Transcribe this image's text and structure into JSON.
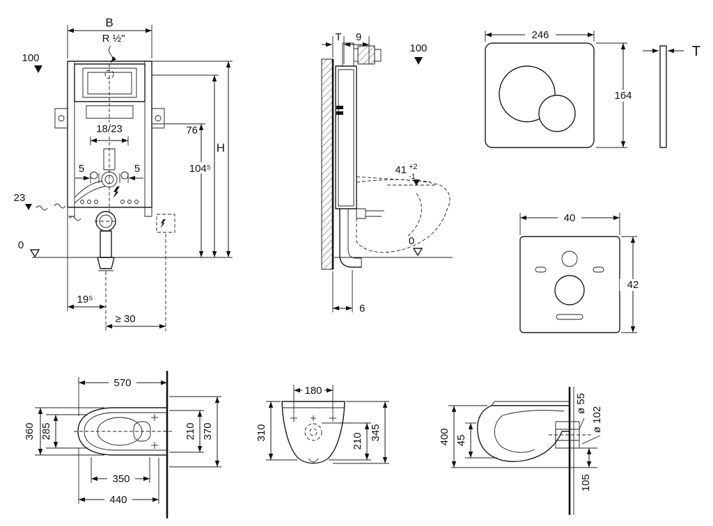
{
  "frame_front": {
    "dim_b": "B",
    "dim_r": "R ½\"",
    "dim_100": "100",
    "dim_18_23": "18/23",
    "dim_5_left": "5",
    "dim_5_right": "5",
    "dim_76": "76",
    "dim_104": "104⁵",
    "dim_h": "H",
    "dim_23": "23",
    "dim_0": "0",
    "dim_19": "19⁵",
    "dim_30": "≥ 30"
  },
  "frame_side": {
    "dim_t": "T",
    "dim_9": "9",
    "dim_100": "100",
    "dim_41": "41",
    "dim_41_plus": "+2",
    "dim_41_minus": "-1",
    "dim_0": "0",
    "dim_6": "6"
  },
  "plate_front": {
    "dim_246": "246",
    "dim_164": "164"
  },
  "plate_side": {
    "dim_t": "T"
  },
  "mat": {
    "dim_40": "40",
    "dim_42": "42"
  },
  "wc_top": {
    "dim_570": "570",
    "dim_360": "360",
    "dim_285": "285",
    "dim_350": "350",
    "dim_440": "440",
    "dim_210": "210",
    "dim_370": "370"
  },
  "wc_front": {
    "dim_180": "180",
    "dim_310": "310",
    "dim_210": "210",
    "dim_345": "345"
  },
  "wc_side": {
    "dim_400": "400",
    "dim_45": "45",
    "dim_55": "ø 55",
    "dim_102": "ø 102",
    "dim_105": "105"
  }
}
